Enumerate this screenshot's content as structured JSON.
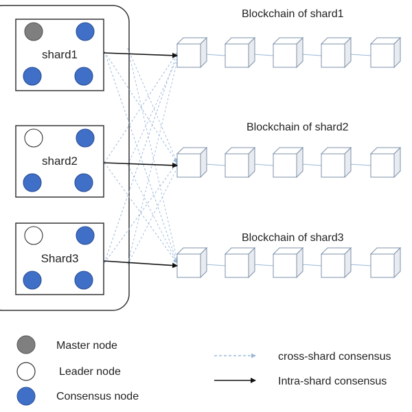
{
  "shards": [
    {
      "label": "shard1",
      "nodes": [
        "master",
        "consensus",
        "consensus",
        "consensus"
      ]
    },
    {
      "label": "shard2",
      "nodes": [
        "leader",
        "consensus",
        "consensus",
        "consensus"
      ]
    },
    {
      "label": "Shard3",
      "nodes": [
        "leader",
        "consensus",
        "consensus",
        "consensus"
      ]
    }
  ],
  "chains": [
    {
      "title": "Blockchain of shard1",
      "blocks": 5
    },
    {
      "title": "Blockchain of shard2",
      "blocks": 5
    },
    {
      "title": "Blockchain of shard3",
      "blocks": 5
    }
  ],
  "legend": {
    "master_label": "Master node",
    "leader_label": "Leader node",
    "consensus_label": "Consensus node",
    "cross_label": "cross-shard consensus",
    "intra_label": "Intra-shard consensus"
  },
  "colors": {
    "master": "#7f7f7f",
    "leader": "#ffffff",
    "consensus": "#3f6fc6",
    "cross_line": "#9bb7d8",
    "intra_line": "#111111",
    "block_edge": "#7d8fa8"
  }
}
